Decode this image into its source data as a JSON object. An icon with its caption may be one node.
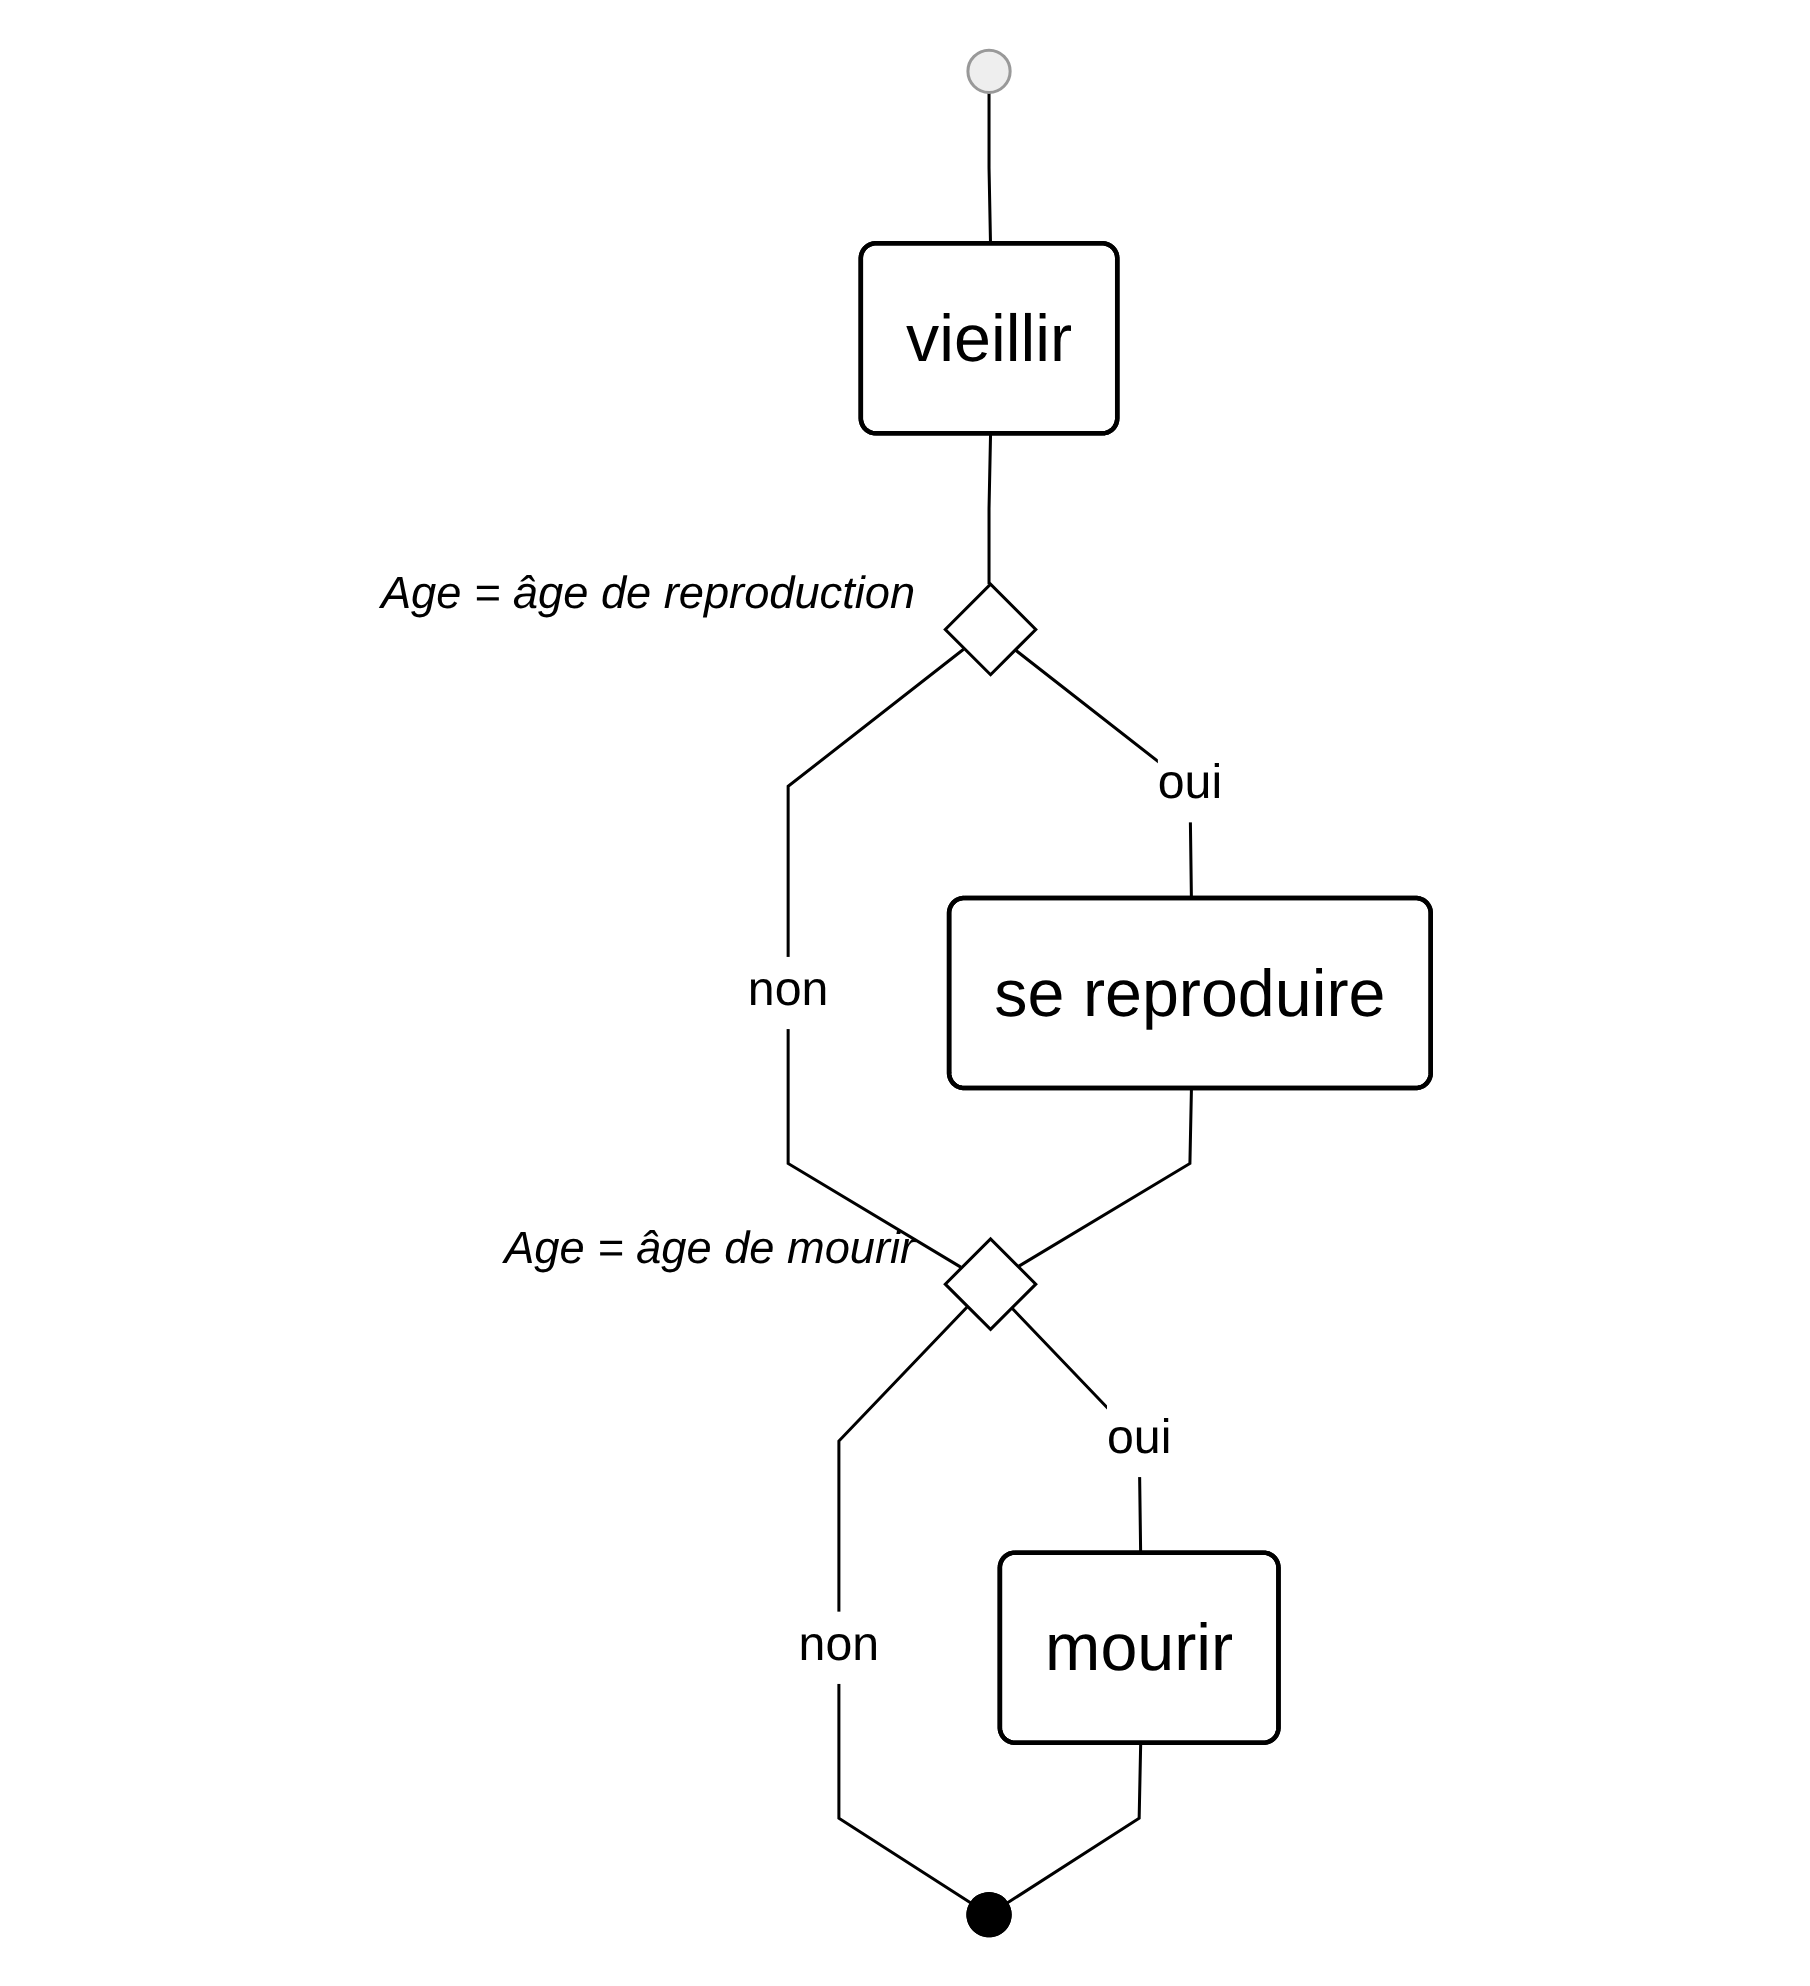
{
  "diagram": {
    "nodes": [
      {
        "text": [],
        "shape": "circle"
      },
      {
        "text": [
          "vieillir"
        ]
      },
      {
        "text": [],
        "shape": "diamond",
        "beside": [
          "Age = âge de reproduction"
        ]
      },
      {
        "text": [
          "se reproduire"
        ]
      },
      {
        "text": [],
        "shape": "diamond",
        "beside": [
          "Age = âge de mourir"
        ]
      },
      {
        "text": [
          "mourir"
        ]
      },
      {
        "text": [],
        "shape": "circle"
      }
    ],
    "edges": [
      {
        "from": 0,
        "to": 1,
        "arrow": "none"
      },
      {
        "from": 1,
        "to": 2,
        "arrow": "none"
      },
      {
        "from": 2,
        "to": 3,
        "arrow": "none",
        "label": "oui"
      },
      {
        "from": 2,
        "to": 4,
        "arrow": "none",
        "label": "non"
      },
      {
        "from": 3,
        "to": 4,
        "arrow": "none"
      },
      {
        "from": 4,
        "to": 5,
        "arrow": "none",
        "label": "oui"
      },
      {
        "from": 4,
        "to": 6,
        "arrow": "none",
        "label": "non"
      },
      {
        "from": 5,
        "to": 6,
        "arrow": "none"
      }
    ]
  }
}
